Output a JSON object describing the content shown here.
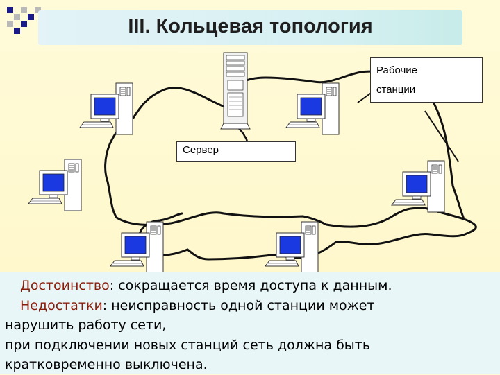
{
  "slide": {
    "title": "III. Кольцевая топология"
  },
  "labels": {
    "workstations_line1": "Рабочие",
    "workstations_line2": "станции",
    "server": "Сервер"
  },
  "text": {
    "advantage_term": "Достоинство",
    "advantage_rest": ": сокращается время доступа к данным.",
    "drawbacks_term": "Недостатки",
    "drawbacks_rest": ": неисправность одной станции может",
    "line3": "нарушить работу сети,",
    "line4": "при подключении новых станций сеть должна быть",
    "line5": "кратковременно выключена."
  },
  "colors": {
    "background": "#fffbd6",
    "title_bar": "#d6f0f2",
    "bottom_panel": "#e8f6f8",
    "keyword": "#8a1d0a",
    "screen": "#1b39e0",
    "cable": "#111111",
    "corner_navy": "#1a1a8a",
    "corner_gray": "#b9b9b9"
  },
  "icons": {
    "workstation": "desktop-computer-icon",
    "server": "server-tower-icon"
  }
}
